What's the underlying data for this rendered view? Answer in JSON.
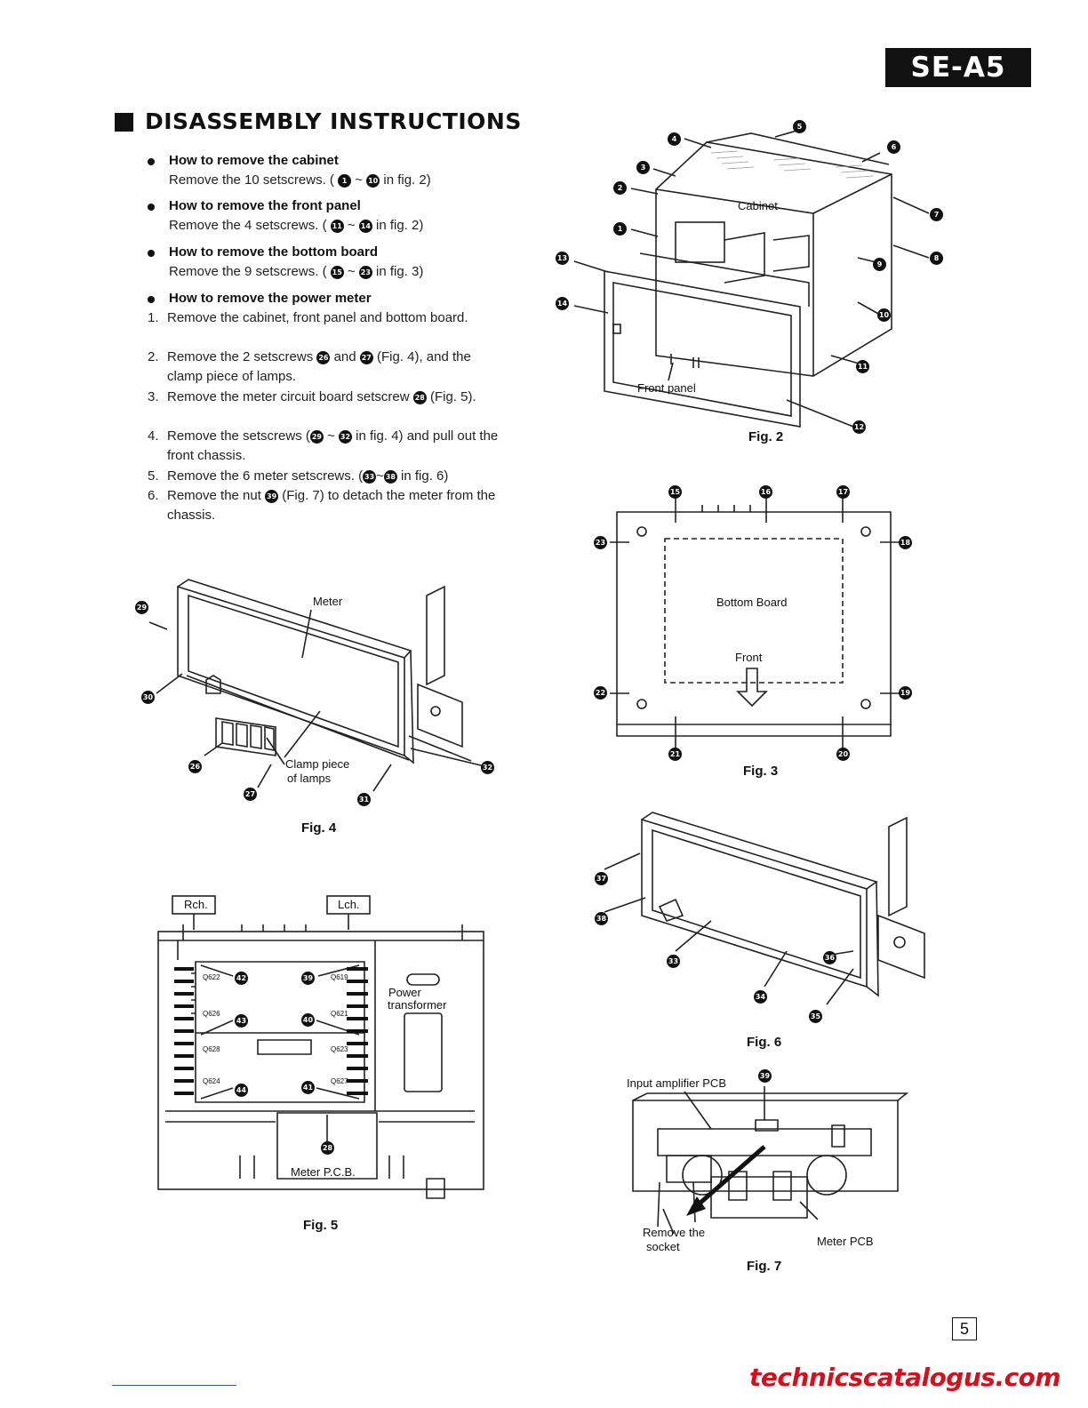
{
  "header": {
    "model": "SE-A5"
  },
  "section_title": "DISASSEMBLY INSTRUCTIONS",
  "instructions": [
    {
      "heading": "How to remove  the cabinet",
      "text_a": "Remove the 10 setscrews. (",
      "from": "1",
      "to": "10",
      "text_b": "in fig. 2)"
    },
    {
      "heading": "How to remove the front panel",
      "text_a": "Remove  the  4  setscrews.  (",
      "from": "11",
      "to": "14",
      "text_b": "in fig. 2)"
    },
    {
      "heading": "How to remove the bottom board",
      "text_a": "Remove the 9 setscrews.  (",
      "from": "15",
      "to": "23",
      "text_b": "in fig. 3)"
    },
    {
      "heading": "How to remove the power meter"
    }
  ],
  "steps": [
    {
      "n": "1.",
      "text": "Remove  the  cabinet,  front  panel  and  bottom board."
    },
    {
      "n": "2.",
      "text_a": "Remove  the 2 setscrews",
      "c1": "26",
      "mid": "and",
      "c2": "27",
      "text_b": "(Fig. 4), and the clamp piece of lamps."
    },
    {
      "n": "3.",
      "text_a": "Remove  the  meter  circuit  board  setscrew",
      "c1": "28",
      "text_b": "(Fig. 5)."
    },
    {
      "n": "4.",
      "text_a": "Remove  the setscrews (",
      "c1": "29",
      "mid": "~",
      "c2": "32",
      "text_b": "in fig. 4) and pull out the front chassis."
    },
    {
      "n": "5.",
      "text_a": "Remove the 6 meter setscrews. (",
      "c1": "33",
      "mid": "~",
      "c2": "38",
      "text_b": "in fig. 6)"
    },
    {
      "n": "6.",
      "text_a": "Remove  the  nut",
      "c1": "39",
      "text_b": "(Fig. 7)  to  detach  the meter from the chassis."
    }
  ],
  "tilde": "~",
  "figures": {
    "fig2": {
      "caption": "Fig. 2",
      "labels": {
        "cabinet": "Cabinet",
        "front_panel": "Front panel"
      },
      "callouts": [
        "1",
        "2",
        "3",
        "4",
        "5",
        "6",
        "7",
        "8",
        "9",
        "10",
        "11",
        "12",
        "13",
        "14"
      ]
    },
    "fig3": {
      "caption": "Fig. 3",
      "labels": {
        "bottom_board": "Bottom Board",
        "front": "Front"
      },
      "callouts": [
        "15",
        "16",
        "17",
        "18",
        "19",
        "20",
        "21",
        "22",
        "23"
      ]
    },
    "fig4": {
      "caption": "Fig. 4",
      "labels": {
        "meter": "Meter",
        "clamp_1": "Clamp piece",
        "clamp_2": "of lamps"
      },
      "callouts": [
        "26",
        "27",
        "29",
        "30",
        "31",
        "32"
      ]
    },
    "fig5": {
      "caption": "Fig. 5",
      "labels": {
        "rch": "Rch.",
        "lch": "Lch.",
        "power_1": "Power",
        "power_2": "transformer",
        "meter_pcb": "Meter P.C.B."
      },
      "callouts": [
        "28",
        "39",
        "40",
        "41",
        "42",
        "43",
        "44"
      ],
      "transistors": [
        "Q622",
        "Q626",
        "Q628",
        "Q624",
        "Q619",
        "Q621",
        "Q623",
        "Q627"
      ]
    },
    "fig6": {
      "caption": "Fig. 6",
      "callouts": [
        "33",
        "34",
        "35",
        "36",
        "37",
        "38"
      ]
    },
    "fig7": {
      "caption": "Fig. 7",
      "labels": {
        "input_amp": "Input amplifier PCB",
        "socket_1": "Remove the",
        "socket_2": "socket",
        "meter_pcb": "Meter PCB"
      },
      "callouts": [
        "39"
      ]
    }
  },
  "footer": {
    "page": "5",
    "site": "technicscatalogus.com"
  }
}
